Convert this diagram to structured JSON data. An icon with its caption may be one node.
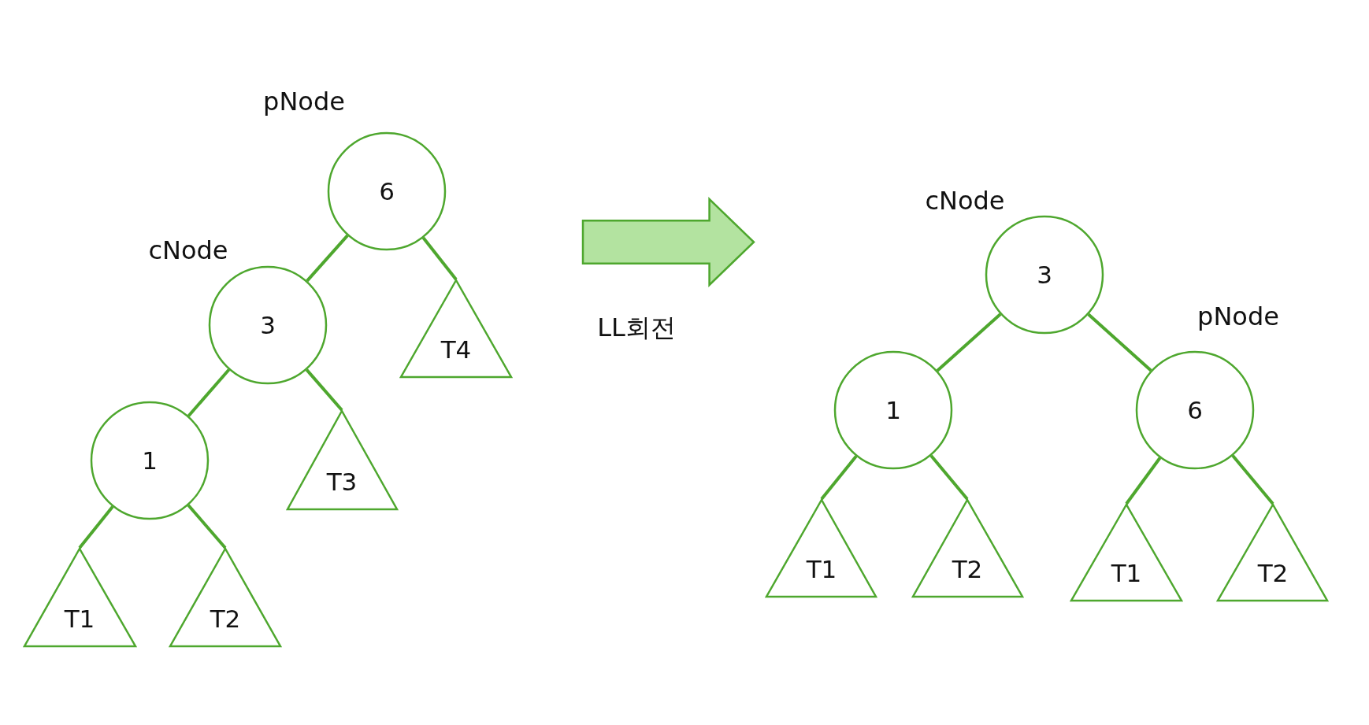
{
  "diagram": {
    "nodes": [
      {
        "text": [
          "6"
        ],
        "beside": [
          "pNode"
        ]
      },
      {
        "text": [
          "3"
        ],
        "beside": [
          "cNode"
        ]
      },
      {
        "text": [
          "T4"
        ]
      },
      {
        "text": [
          "T3"
        ]
      },
      {
        "text": [
          "1"
        ]
      },
      {
        "text": [
          "T1"
        ]
      },
      {
        "text": [
          "T2"
        ]
      },
      {
        "text": [],
        "shape": "arrow",
        "beside": [
          "LL회전"
        ]
      },
      {
        "text": [
          "3"
        ],
        "beside": [
          "cNode"
        ]
      },
      {
        "text": [
          "1"
        ]
      },
      {
        "text": [
          "6"
        ],
        "beside": [
          "pNode"
        ]
      },
      {
        "text": [
          "T1"
        ]
      },
      {
        "text": [
          "T2"
        ]
      },
      {
        "text": [
          "T1"
        ]
      },
      {
        "text": [
          "T2"
        ]
      }
    ],
    "edges": [
      {
        "from": 0,
        "to": 1,
        "arrow": "none"
      },
      {
        "from": 0,
        "to": 2,
        "arrow": "none"
      },
      {
        "from": 1,
        "to": 4,
        "arrow": "none"
      },
      {
        "from": 1,
        "to": 3,
        "arrow": "none"
      },
      {
        "from": 4,
        "to": 5,
        "arrow": "none"
      },
      {
        "from": 4,
        "to": 6,
        "arrow": "none"
      },
      {
        "from": 8,
        "to": 9,
        "arrow": "none"
      },
      {
        "from": 8,
        "to": 10,
        "arrow": "none"
      },
      {
        "from": 9,
        "to": 11,
        "arrow": "none"
      },
      {
        "from": 9,
        "to": 12,
        "arrow": "none"
      },
      {
        "from": 10,
        "to": 13,
        "arrow": "none"
      },
      {
        "from": 10,
        "to": 14,
        "arrow": "none"
      }
    ]
  }
}
